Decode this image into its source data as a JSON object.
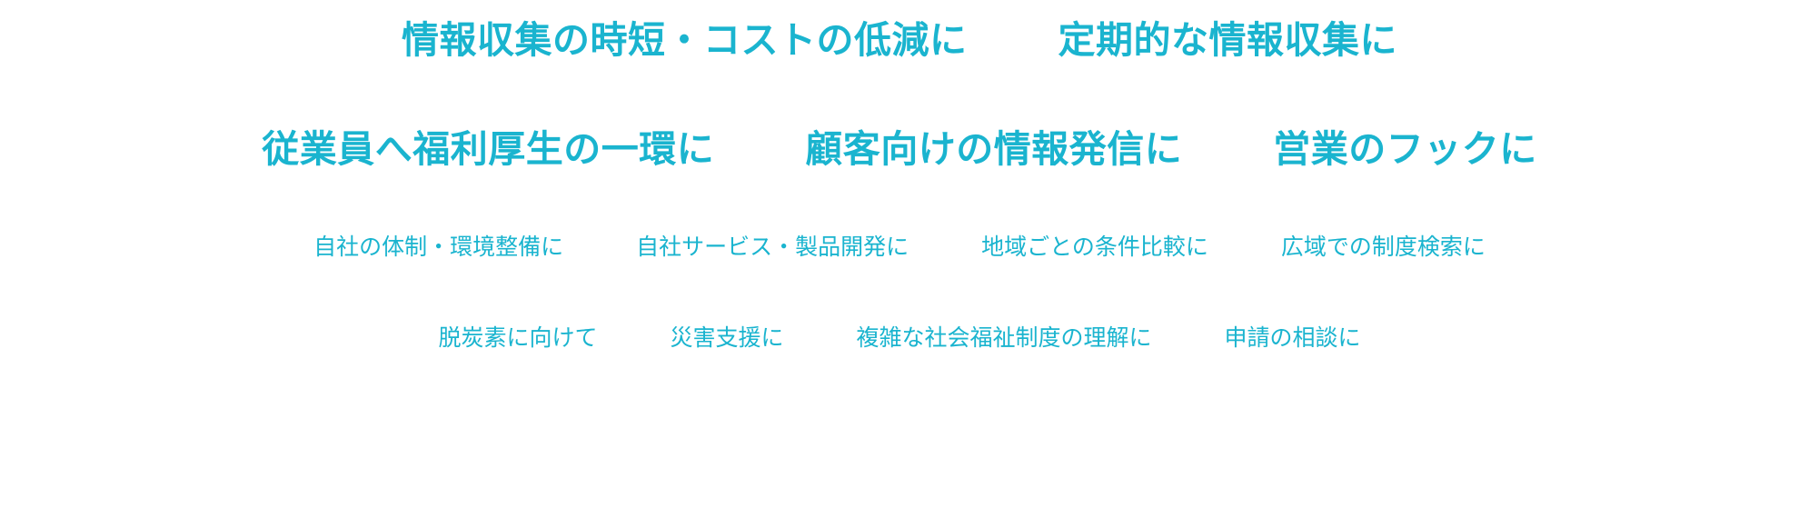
{
  "tag_color": "#1ab4cf",
  "rows": [
    {
      "size": "large",
      "tags": [
        "情報収集の時短・コストの低減に",
        "定期的な情報収集に"
      ]
    },
    {
      "size": "large",
      "tags": [
        "従業員へ福利厚生の一環に",
        "顧客向けの情報発信に",
        "営業のフックに"
      ]
    },
    {
      "size": "small",
      "tags": [
        "自社の体制・環境整備に",
        "自社サービス・製品開発に",
        "地域ごとの条件比較に",
        "広域での制度検索に"
      ]
    },
    {
      "size": "small",
      "tags": [
        "脱炭素に向けて",
        "災害支援に",
        "複雑な社会福祉制度の理解に",
        "申請の相談に"
      ]
    }
  ]
}
